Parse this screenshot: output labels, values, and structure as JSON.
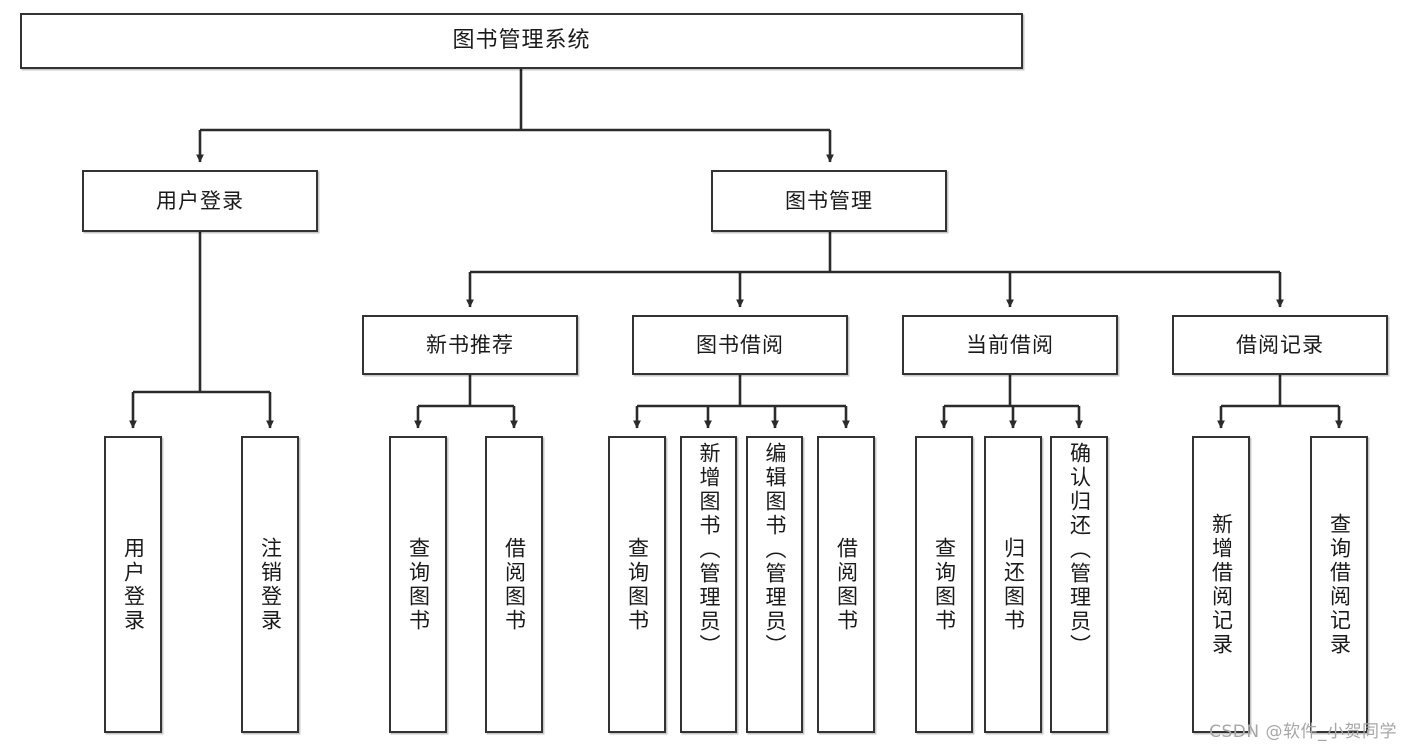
{
  "diagram": {
    "type": "hierarchy-tree",
    "title": "图书管理系统",
    "root": {
      "label": "图书管理系统"
    },
    "level2": [
      {
        "label": "用户登录"
      },
      {
        "label": "图书管理"
      }
    ],
    "level3": [
      {
        "label": "新书推荐"
      },
      {
        "label": "图书借阅"
      },
      {
        "label": "当前借阅"
      },
      {
        "label": "借阅记录"
      }
    ],
    "leaves": [
      {
        "label": "用户登录",
        "parent": "用户登录"
      },
      {
        "label": "注销登录",
        "parent": "用户登录"
      },
      {
        "label": "查询图书",
        "parent": "新书推荐"
      },
      {
        "label": "借阅图书",
        "parent": "新书推荐"
      },
      {
        "label": "查询图书",
        "parent": "图书借阅"
      },
      {
        "label": "新增图书（管理员）",
        "parent": "图书借阅"
      },
      {
        "label": "编辑图书（管理员）",
        "parent": "图书借阅"
      },
      {
        "label": "借阅图书",
        "parent": "图书借阅"
      },
      {
        "label": "查询图书",
        "parent": "当前借阅"
      },
      {
        "label": "归还图书",
        "parent": "当前借阅"
      },
      {
        "label": "确认归还（管理员）",
        "parent": "当前借阅"
      },
      {
        "label": "新增借阅记录",
        "parent": "借阅记录"
      },
      {
        "label": "查询借阅记录",
        "parent": "借阅记录"
      }
    ]
  },
  "watermark": {
    "text": "CSDN @软件_小贺同学"
  },
  "colors": {
    "stroke": "#333333",
    "background": "#ffffff",
    "text": "#1a1a1a",
    "watermark": "#a7a7a7"
  }
}
